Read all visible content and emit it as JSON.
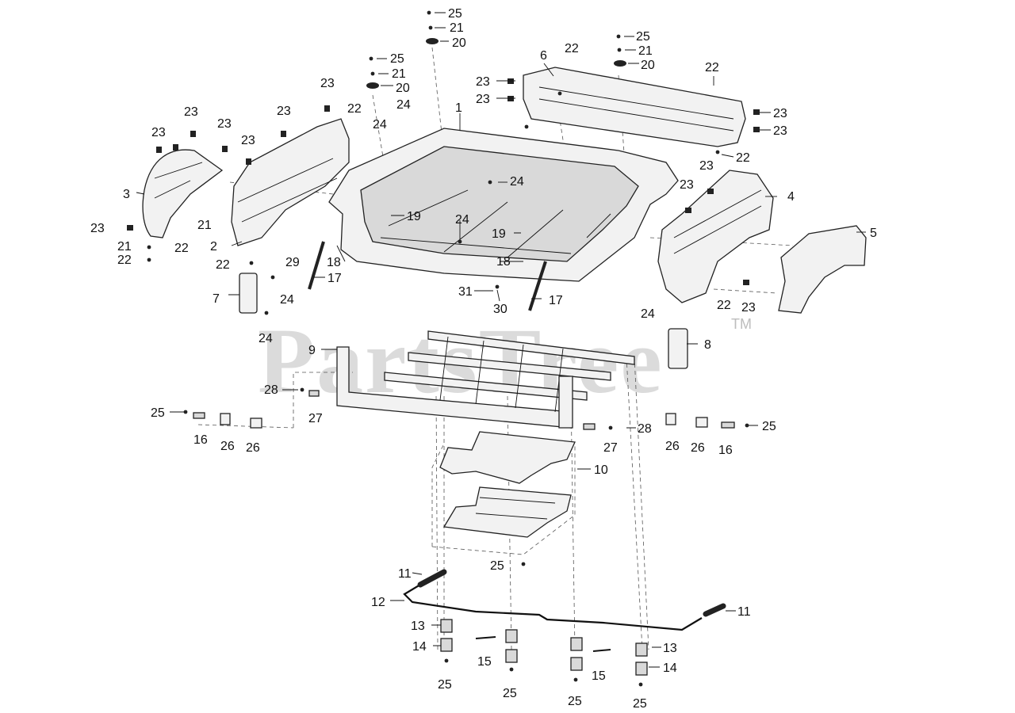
{
  "watermark": {
    "text": "PartsTree",
    "trademark": "TM"
  },
  "callout_numbers": [
    "1",
    "2",
    "3",
    "4",
    "5",
    "6",
    "7",
    "8",
    "9",
    "10",
    "11",
    "12",
    "13",
    "14",
    "15",
    "16",
    "17",
    "18",
    "19",
    "20",
    "21",
    "22",
    "23",
    "24",
    "25",
    "26",
    "27",
    "28",
    "29",
    "30",
    "31"
  ]
}
